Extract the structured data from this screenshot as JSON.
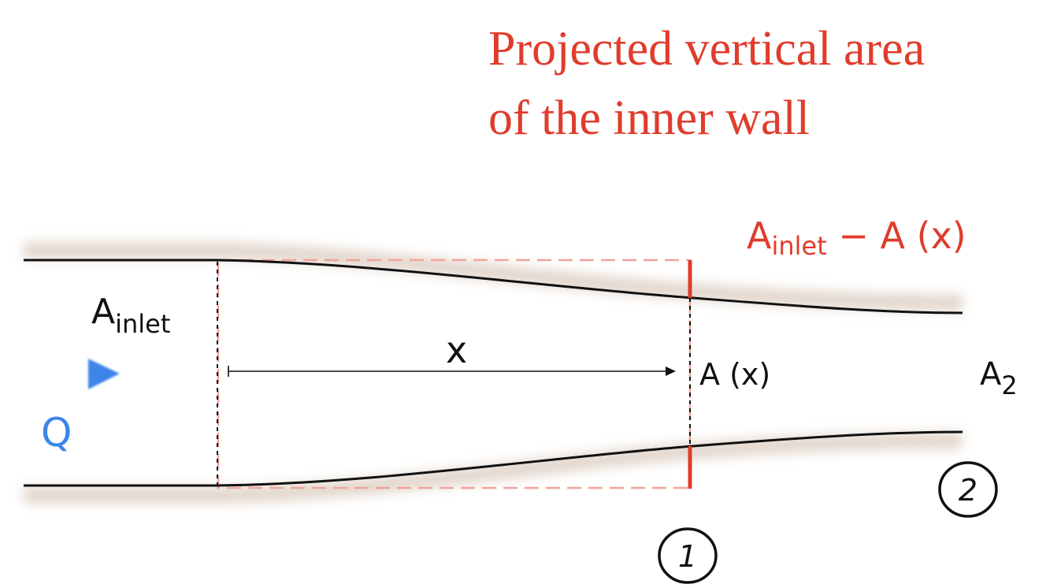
{
  "title": {
    "line1": "Projected vertical area",
    "line2": "of the inner wall"
  },
  "labels": {
    "projected_area": {
      "main": "A",
      "subscript": "inlet",
      "rest": " − A (x)"
    },
    "inlet_area": {
      "main": "A",
      "subscript": "inlet"
    },
    "x_label": "x",
    "local_area": "A (x)",
    "outlet_area": {
      "main": "A",
      "subscript": "2"
    },
    "flow": "Q",
    "section_1": "1",
    "section_2": "2"
  },
  "colors": {
    "red": "#e03c2c",
    "light_red": "#f0a49a",
    "blue": "#3d86e8",
    "black": "#111111",
    "shadow": "#cdb8a6"
  }
}
